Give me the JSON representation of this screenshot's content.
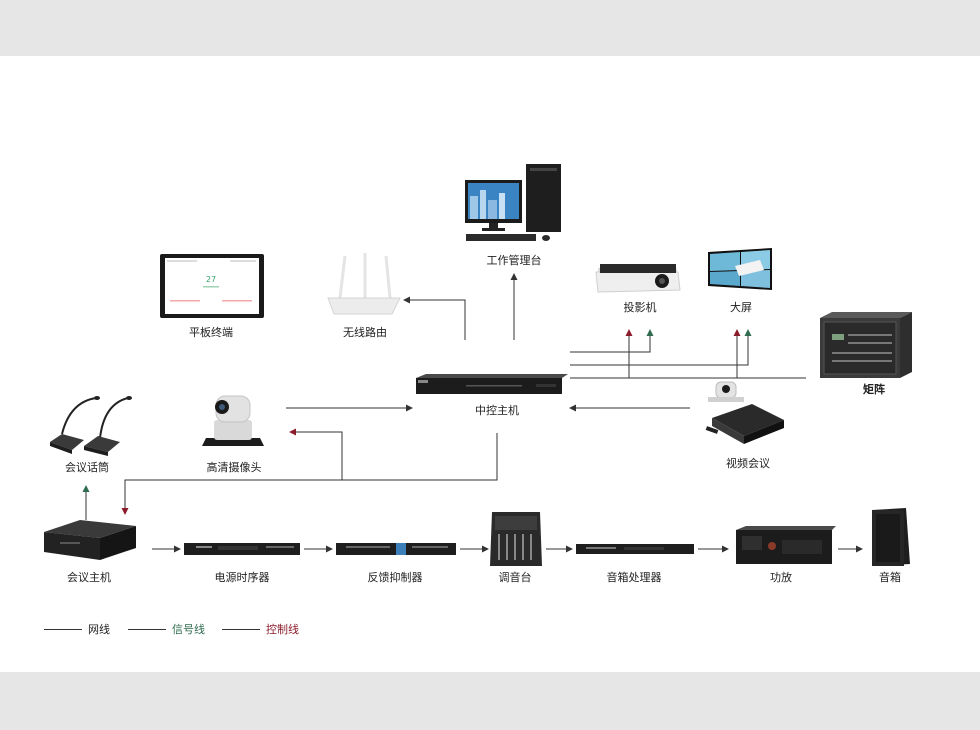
{
  "devices": {
    "workstation": "工作管理台",
    "tablet": "平板终端",
    "router": "无线路由",
    "projector": "投影机",
    "big_screen": "大屏",
    "matrix": "矩阵",
    "central_host": "中控主机",
    "mic": "会议话筒",
    "camera": "高清摄像头",
    "video_conf": "视频会议",
    "conf_host": "会议主机",
    "power_seq": "电源时序器",
    "feedback": "反馈抑制器",
    "mixer": "调音台",
    "processor": "音箱处理器",
    "amplifier": "功放",
    "speaker": "音箱"
  },
  "legend": {
    "network": "网线",
    "signal": "信号线",
    "control": "控制线"
  },
  "tablet_screen": {
    "value": "27"
  },
  "colors": {
    "network": "#333333",
    "signal": "#2e6b4f",
    "control": "#8b1c2c"
  }
}
